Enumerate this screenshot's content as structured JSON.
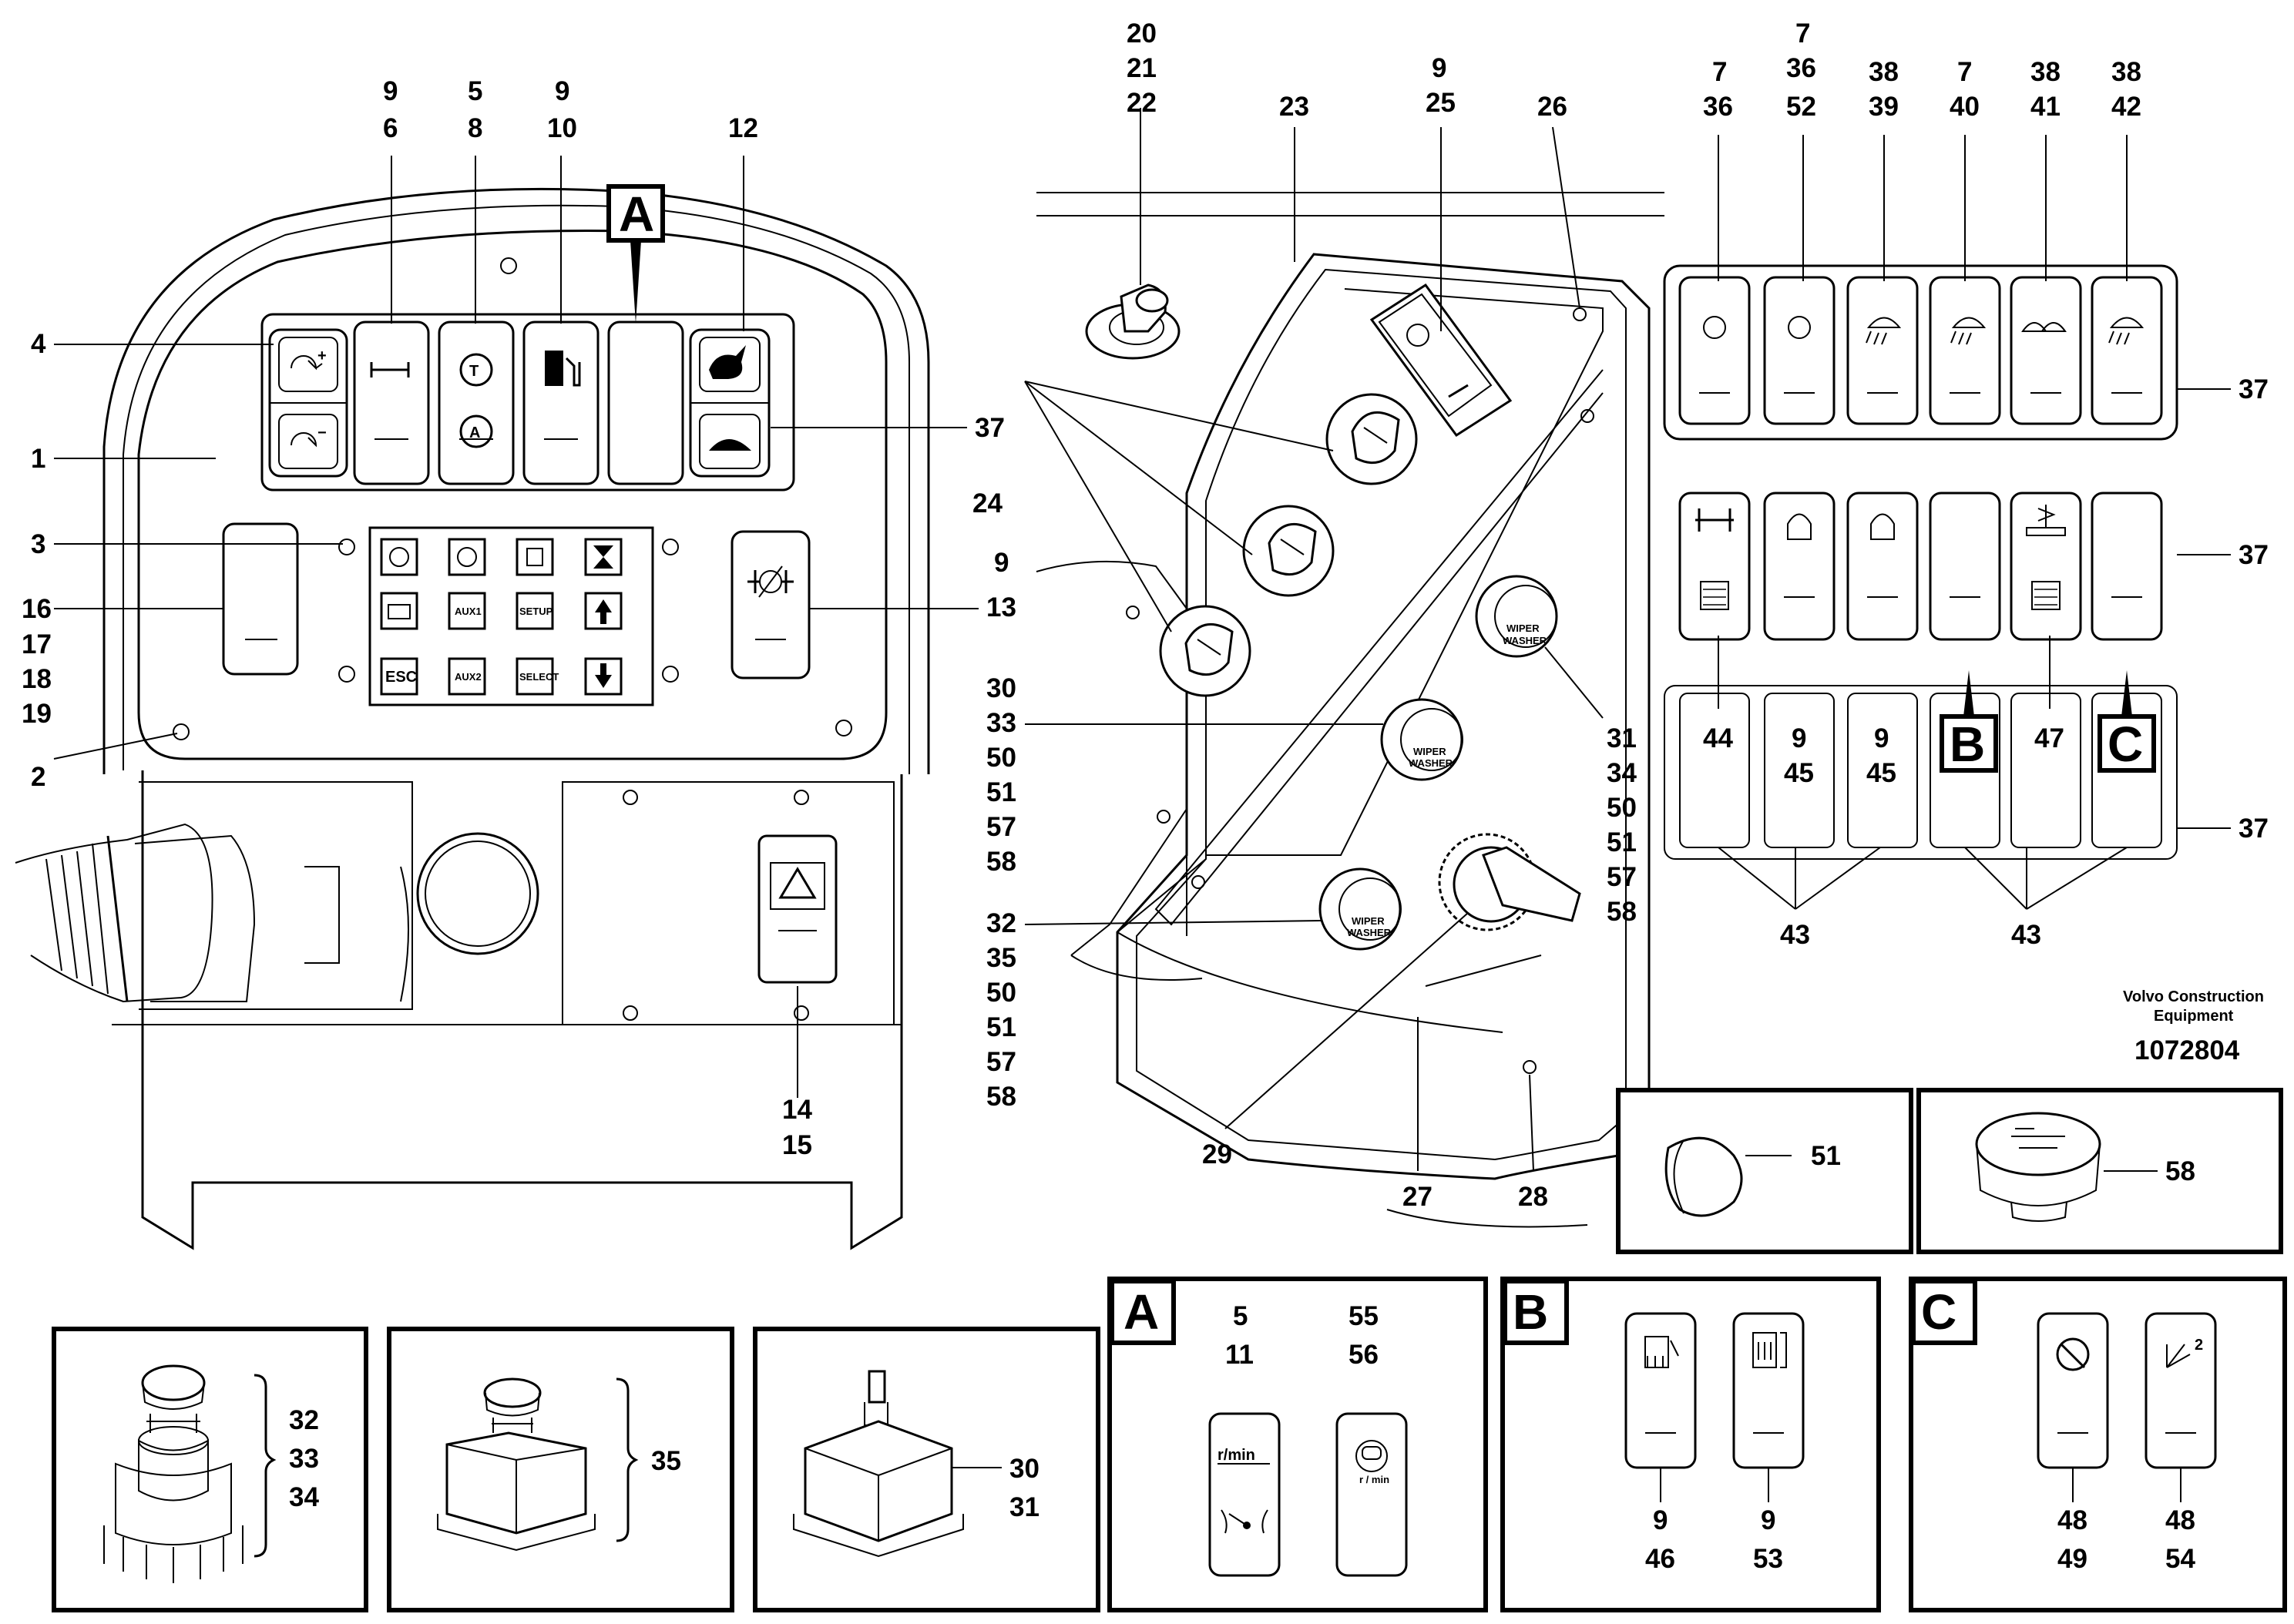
{
  "brand": {
    "company_line1": "Volvo Construction",
    "company_line2": "Equipment",
    "drawing_number": "1072804"
  },
  "letters": {
    "a": "A",
    "b": "B",
    "c": "C"
  },
  "keypad": {
    "aux1": "AUX1",
    "setup": "SETUP",
    "esc": "ESC",
    "aux2": "AUX2",
    "select": "SELECT"
  },
  "knob_label": {
    "line1": "WIPER",
    "line2": "WASHER"
  },
  "rpm_label": "r/min",
  "rpm_small": "r / min",
  "superscript_2": "2",
  "callouts": {
    "c1": "1",
    "c2": "2",
    "c3": "3",
    "c4": "4",
    "c9_6": "9",
    "c6": "6",
    "c5_8": "5",
    "c8": "8",
    "c9_10": "9",
    "c10": "10",
    "c12": "12",
    "c37_top": "37",
    "c16": "16",
    "c17": "17",
    "c18": "18",
    "c19": "19",
    "c9_13": "9",
    "c13": "13",
    "c14": "14",
    "c15": "15",
    "c20": "20",
    "c21": "21",
    "c22": "22",
    "c23": "23",
    "c9_25": "9",
    "c25": "25",
    "c26": "26",
    "c24": "24",
    "c30_g1": "30",
    "c33_g1": "33",
    "c50_g1": "50",
    "c51_g1": "51",
    "c57_g1": "57",
    "c58_g1": "58",
    "c32_g2": "32",
    "c35_g2": "35",
    "c50_g2": "50",
    "c51_g2": "51",
    "c57_g2": "57",
    "c58_g2": "58",
    "c31_g3": "31",
    "c34_g3": "34",
    "c50_g3": "50",
    "c51_g3": "51",
    "c57_g3": "57",
    "c58_g3": "58",
    "c29": "29",
    "c27": "27",
    "c28": "28",
    "h1a": "7",
    "h1b": "36",
    "h2a": "7",
    "h2b": "36",
    "h2c": "52",
    "h3a": "38",
    "h3b": "39",
    "h4a": "7",
    "h4b": "40",
    "h5a": "38",
    "h5b": "41",
    "h6a": "38",
    "h6b": "42",
    "c37_r1": "37",
    "c37_r2": "37",
    "c37_r3": "37",
    "c44": "44",
    "c9_45a": "9",
    "c45a": "45",
    "c9_45b": "9",
    "c45b": "45",
    "c47": "47",
    "c43a": "43",
    "c43b": "43",
    "c51_box": "51",
    "c58_box": "58",
    "c32_d": "32",
    "c33_d": "33",
    "c34_d": "34",
    "c35_d": "35",
    "c30_d": "30",
    "c31_d": "31",
    "a5": "5",
    "a11": "11",
    "a55": "55",
    "a56": "56",
    "b9a": "9",
    "b46": "46",
    "b9b": "9",
    "b53": "53",
    "cc48a": "48",
    "cc49": "49",
    "cc48b": "48",
    "cc54": "54"
  }
}
